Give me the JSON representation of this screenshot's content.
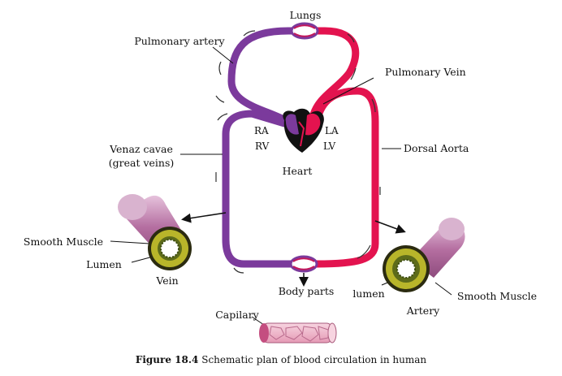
{
  "labels": {
    "lungs": "Lungs",
    "pulmonary_artery": "Pulmonary artery",
    "pulmonary_vein": "Pulmonary Vein",
    "venae_cavae_line1": "Venaz cavae",
    "venae_cavae_line2": "(great veins)",
    "dorsal_aorta": "Dorsal Aorta",
    "ra": "RA",
    "la": "LA",
    "rv": "RV",
    "lv": "LV",
    "heart": "Heart",
    "body_parts": "Body parts",
    "smooth_muscle_vein": "Smooth Muscle",
    "lumen_vein": "Lumen",
    "vein": "Vein",
    "lumen_artery": "lumen",
    "smooth_muscle_artery": "Smooth Muscle",
    "artery": "Artery",
    "capillary": "Capilary"
  },
  "caption": {
    "figure_number": "Figure 18.4",
    "text": "Schematic plan of blood circulation in human"
  },
  "colors": {
    "deoxygenated": "#7b3a9c",
    "oxygenated": "#e3134f",
    "vessel_tube": "#c98fb8",
    "muscle_ring": "#b8b52a",
    "capillary": "#f0b3c8"
  }
}
